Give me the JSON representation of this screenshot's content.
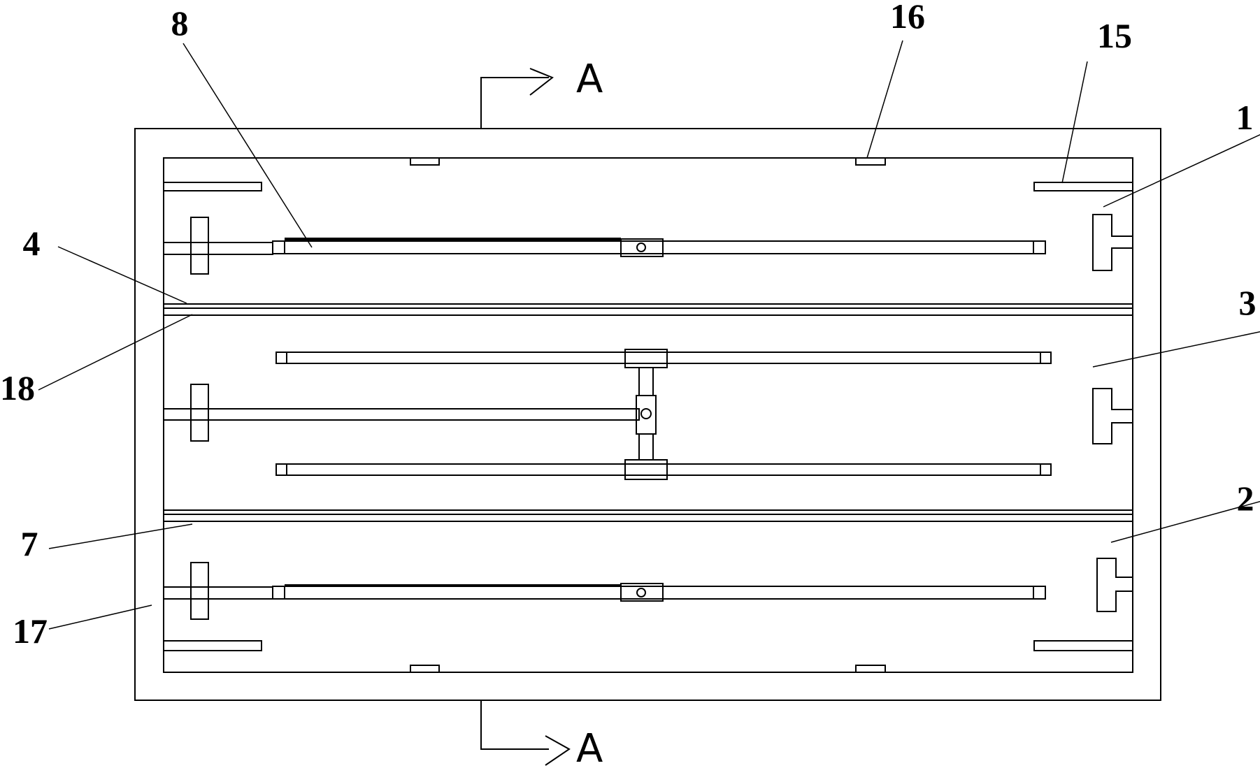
{
  "drawing": {
    "section_marker": "A",
    "labels": {
      "l8": "8",
      "l16": "16",
      "l15": "15",
      "l1": "1",
      "l4": "4",
      "l3": "3",
      "l18": "18",
      "l2": "2",
      "l7": "7",
      "l17": "17"
    }
  },
  "colors": {
    "line": "#000000",
    "background": "#ffffff"
  }
}
